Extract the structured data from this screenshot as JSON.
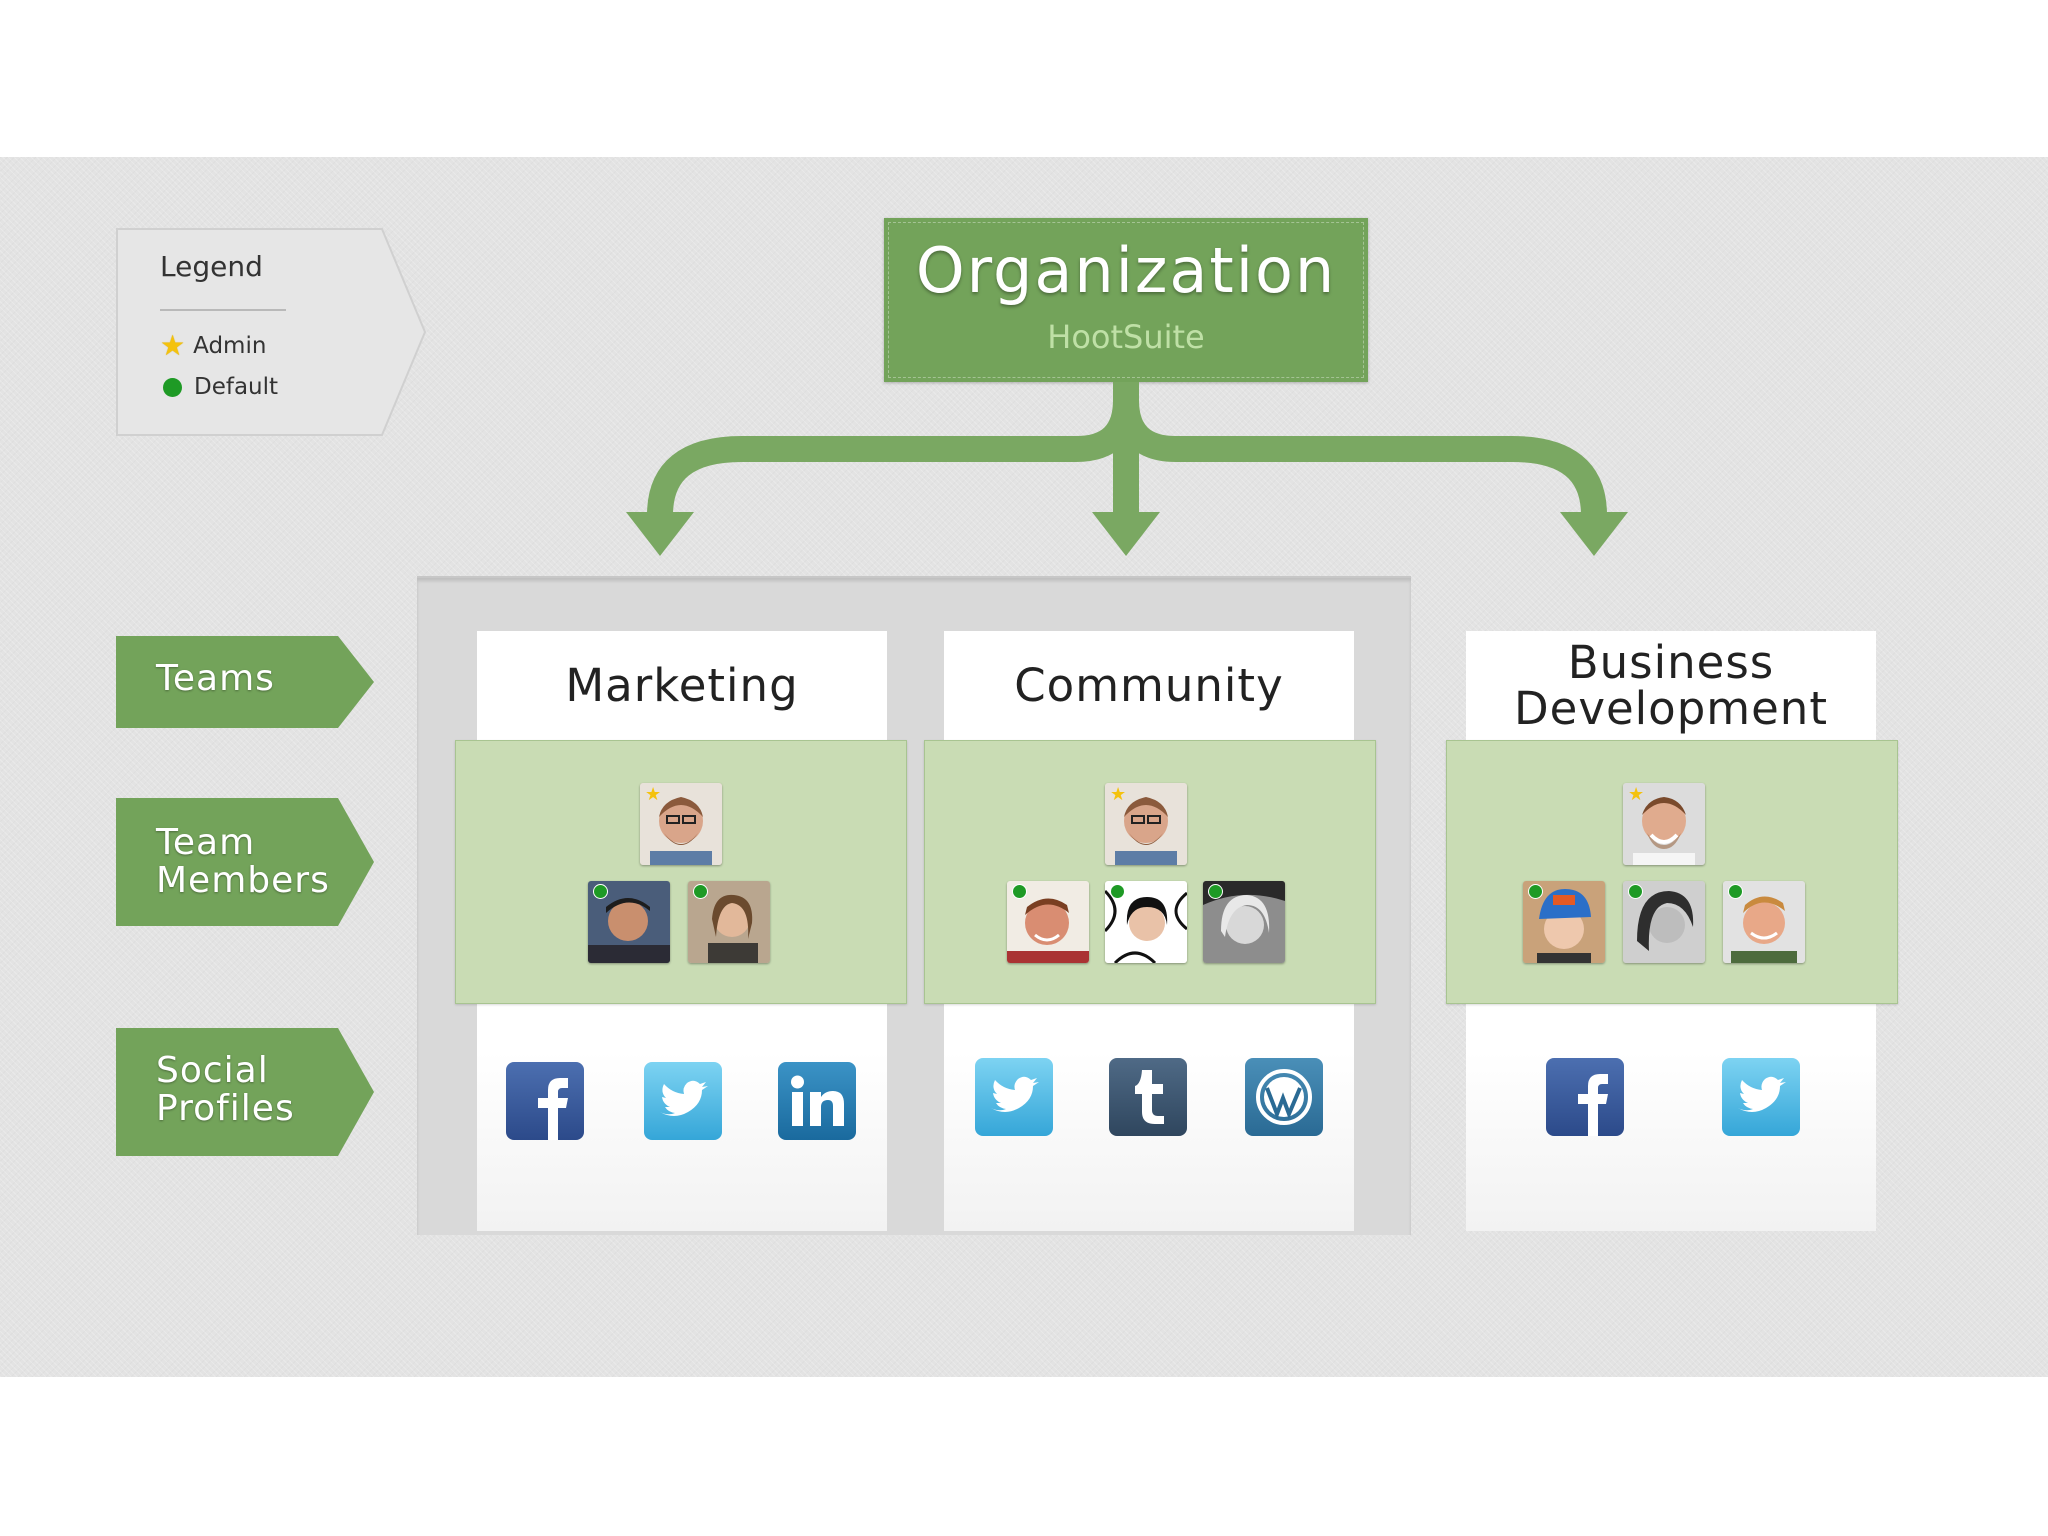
{
  "legend": {
    "title": "Legend",
    "items": [
      {
        "label": "Admin",
        "icon": "star-icon",
        "color": "#f4c20d"
      },
      {
        "label": "Default",
        "icon": "green-dot-icon",
        "color": "#1e9a25"
      }
    ]
  },
  "organization": {
    "title": "Organization",
    "name": "HootSuite"
  },
  "row_labels": {
    "teams": "Teams",
    "members_line1": "Team",
    "members_line2": "Members",
    "profiles_line1": "Social",
    "profiles_line2": "Profiles"
  },
  "teams": [
    {
      "name": "Marketing",
      "admins": 1,
      "members": 2,
      "profiles": [
        "facebook-icon",
        "twitter-icon",
        "linkedin-icon"
      ]
    },
    {
      "name": "Community",
      "admins": 1,
      "members": 3,
      "profiles": [
        "twitter-icon",
        "tumblr-icon",
        "wordpress-icon"
      ]
    },
    {
      "name_line1": "Business",
      "name_line2": "Development",
      "admins": 1,
      "members": 3,
      "profiles": [
        "facebook-icon",
        "twitter-icon"
      ]
    }
  ],
  "colors": {
    "green": "#73a35a",
    "light_green": "#c9dcb4",
    "admin": "#f4c20d",
    "default": "#1e9a25"
  }
}
